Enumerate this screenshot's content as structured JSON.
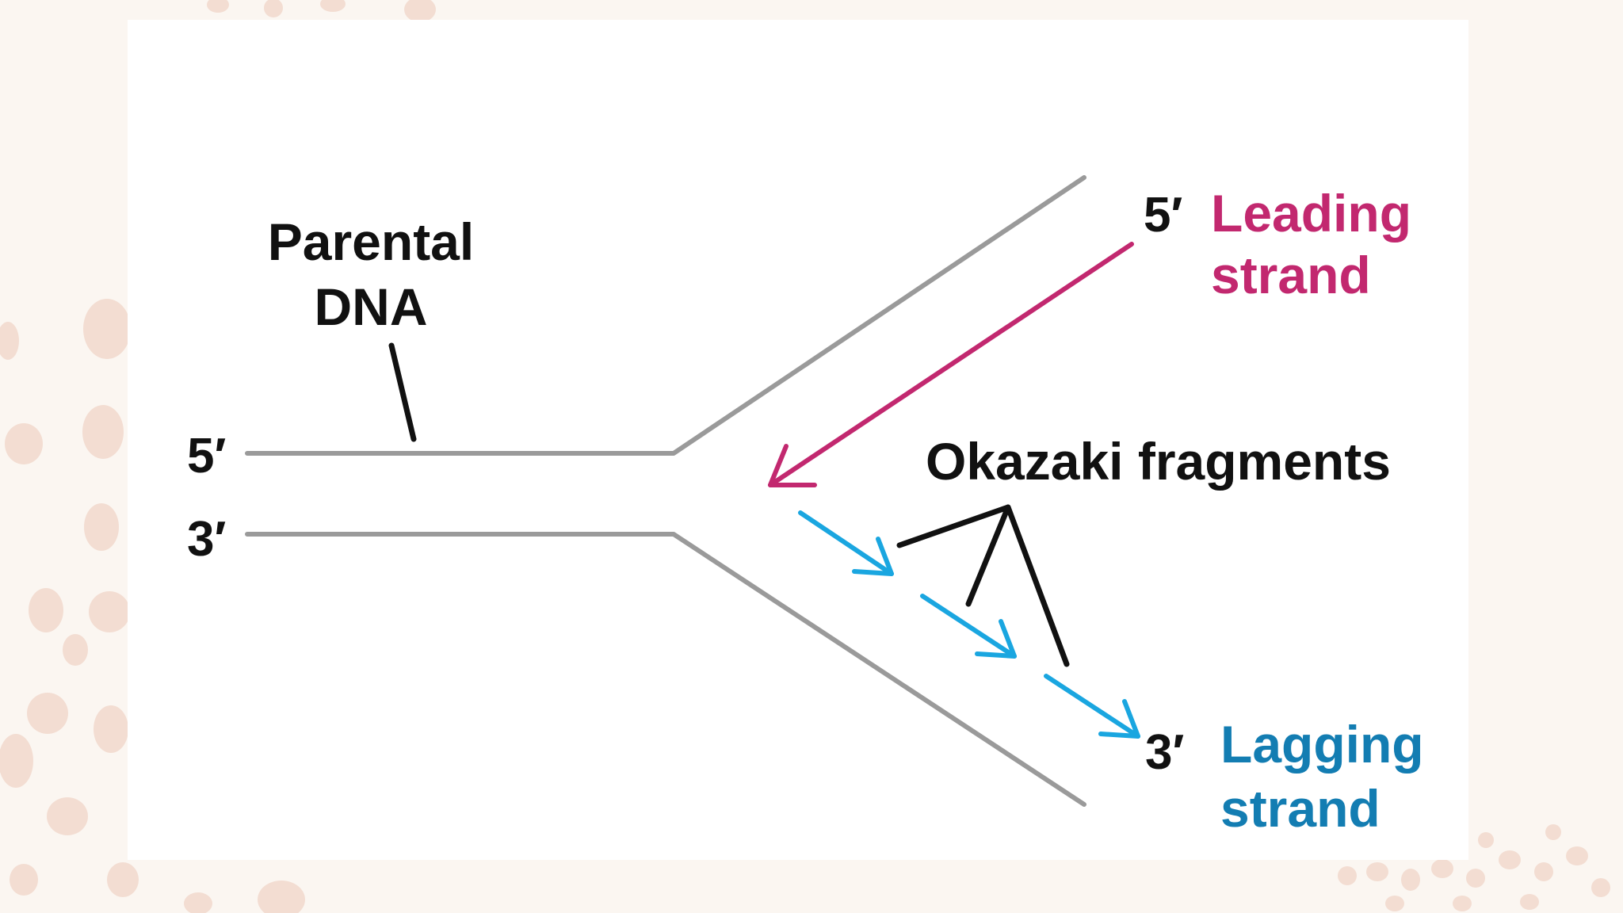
{
  "labels": {
    "parental_line1": "Parental",
    "parental_line2": "DNA",
    "five_prime_left": "5′",
    "three_prime_left": "3′",
    "five_prime_right": "5′",
    "leading_line1": "Leading",
    "leading_line2": "strand",
    "okazaki": "Okazaki fragments",
    "three_prime_right": "3′",
    "lagging_line1": "Lagging",
    "lagging_line2": "strand"
  },
  "colors": {
    "parental_strand": "#9a9a9a",
    "leading_strand": "#c2286f",
    "lagging_strand": "#1aa6e0",
    "lagging_label": "#137db2",
    "pointer": "#111111",
    "background": "#fbf6f1",
    "background_dots": "#f3ddd2"
  }
}
